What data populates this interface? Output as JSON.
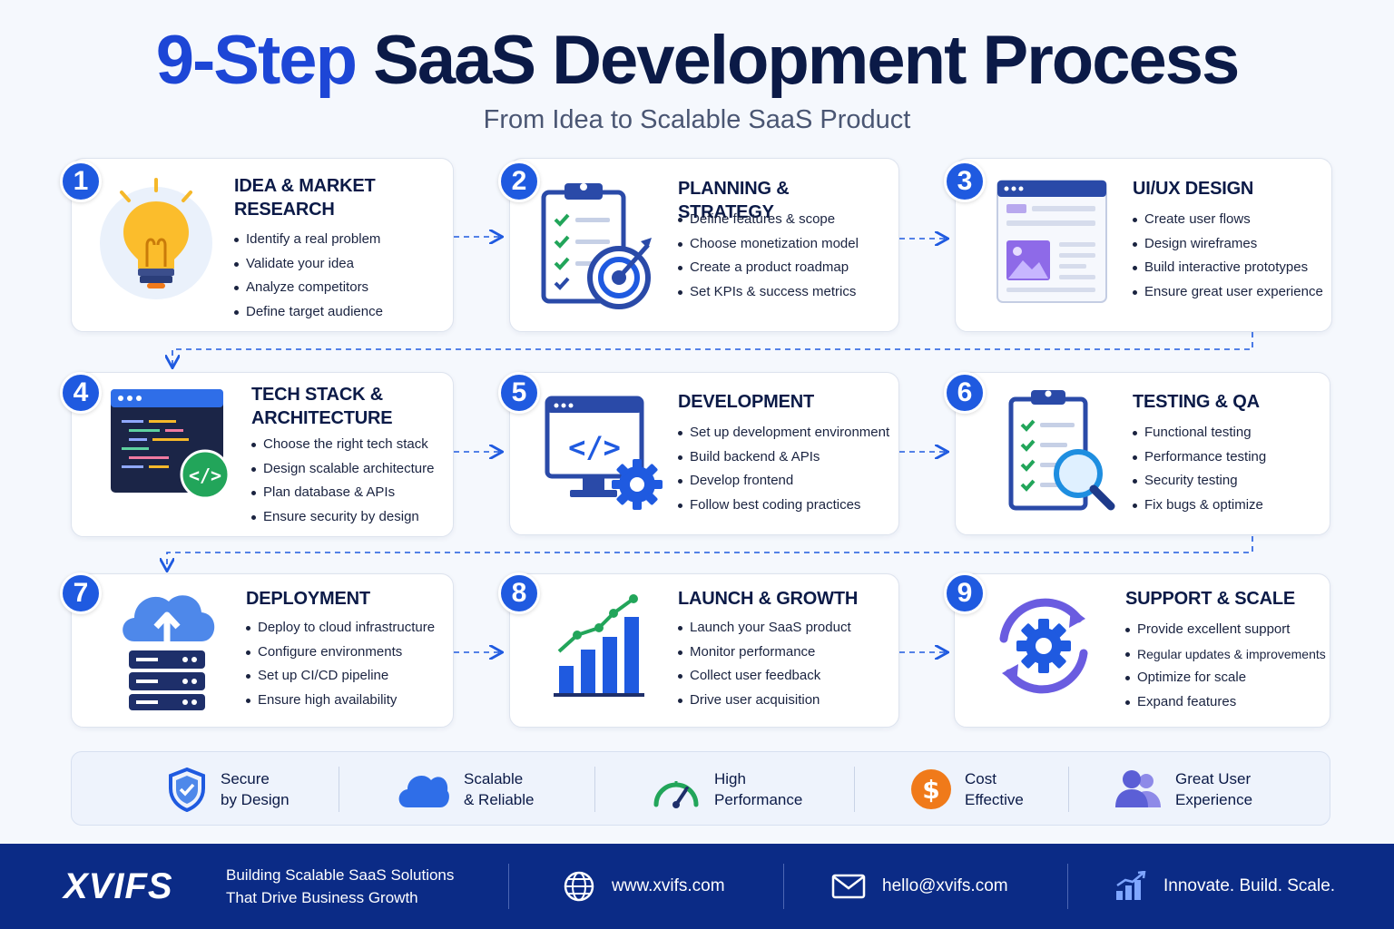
{
  "header": {
    "title_accent": "9-Step",
    "title_rest": "SaaS Development Process",
    "subtitle": "From Idea to Scalable SaaS Product"
  },
  "steps": [
    {
      "number": "1",
      "title": "IDEA & MARKET RESEARCH",
      "icon": "lightbulb-icon",
      "bullets": [
        "Identify a real problem",
        "Validate your idea",
        "Analyze competitors",
        "Define target audience"
      ]
    },
    {
      "number": "2",
      "title": "PLANNING & STRATEGY",
      "icon": "clipboard-target-icon",
      "bullets": [
        "Define features & scope",
        "Choose monetization model",
        "Create a product roadmap",
        "Set KPIs & success metrics"
      ]
    },
    {
      "number": "3",
      "title": "UI/UX DESIGN",
      "icon": "wireframe-icon",
      "bullets": [
        "Create user flows",
        "Design wireframes",
        "Build interactive prototypes",
        "Ensure great user experience"
      ]
    },
    {
      "number": "4",
      "title": "TECH STACK & ARCHITECTURE",
      "icon": "code-editor-icon",
      "bullets": [
        "Choose the right tech stack",
        "Design scalable architecture",
        "Plan database & APIs",
        "Ensure security by design"
      ]
    },
    {
      "number": "5",
      "title": "DEVELOPMENT",
      "icon": "monitor-code-icon",
      "bullets": [
        "Set up development environment",
        "Build backend & APIs",
        "Develop frontend",
        "Follow best coding practices"
      ]
    },
    {
      "number": "6",
      "title": "TESTING & QA",
      "icon": "clipboard-search-icon",
      "bullets": [
        "Functional testing",
        "Performance testing",
        "Security testing",
        "Fix bugs & optimize"
      ]
    },
    {
      "number": "7",
      "title": "DEPLOYMENT",
      "icon": "cloud-server-icon",
      "bullets": [
        "Deploy to cloud infrastructure",
        "Configure environments",
        "Set up CI/CD pipeline",
        "Ensure high availability"
      ]
    },
    {
      "number": "8",
      "title": "LAUNCH & GROWTH",
      "icon": "growth-chart-icon",
      "bullets": [
        "Launch your SaaS product",
        "Monitor performance",
        "Collect user feedback",
        "Drive user acquisition"
      ]
    },
    {
      "number": "9",
      "title": "SUPPORT & SCALE",
      "icon": "gear-cycle-icon",
      "bullets": [
        "Provide excellent support",
        "Regular updates & improvements",
        "Optimize for scale",
        "Expand features"
      ]
    }
  ],
  "benefits": [
    {
      "line1": "Secure",
      "line2": "by Design",
      "icon": "shield-icon",
      "color": "#1f5ae0"
    },
    {
      "line1": "Scalable",
      "line2": "& Reliable",
      "icon": "cloud-icon",
      "color": "#2f6ee8"
    },
    {
      "line1": "High",
      "line2": "Performance",
      "icon": "speedometer-icon",
      "color": "#22a55a"
    },
    {
      "line1": "Cost",
      "line2": "Effective",
      "icon": "dollar-icon",
      "color": "#f07a1a"
    },
    {
      "line1": "Great User",
      "line2": "Experience",
      "icon": "users-icon",
      "color": "#5b5fd6"
    }
  ],
  "footer": {
    "logo": "XVIFS",
    "tagline_1": "Building Scalable SaaS Solutions",
    "tagline_2": "That Drive Business Growth",
    "website": "www.xvifs.com",
    "email": "hello@xvifs.com",
    "motto": "Innovate. Build. Scale."
  },
  "colors": {
    "primary": "#1f5ae0",
    "navy": "#0b1a47",
    "footer_bg": "#0b2b86"
  }
}
